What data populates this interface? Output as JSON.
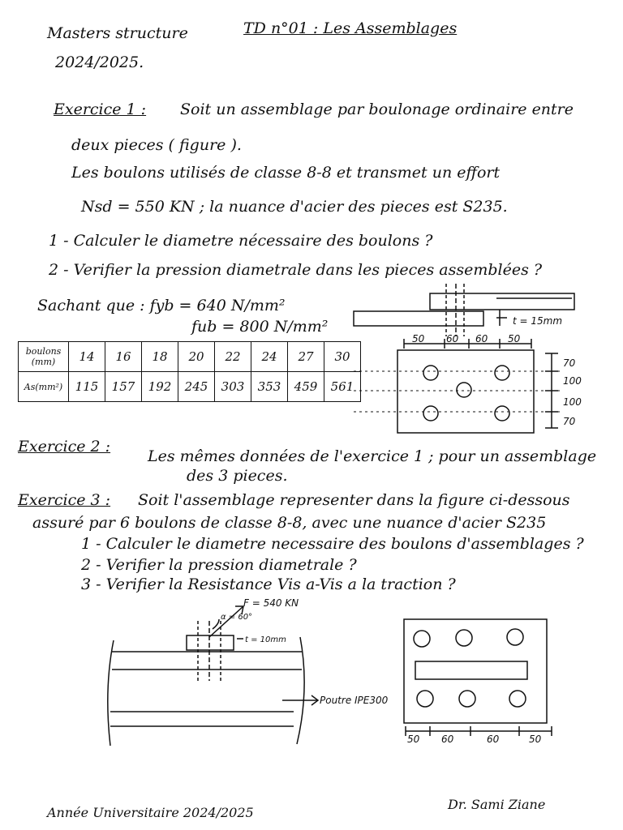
{
  "header": {
    "course": "Masters structure",
    "td_title": "TD n°01 : Les Assemblages",
    "year": "2024/2025."
  },
  "ex1": {
    "title": "Exercice 1 :",
    "l1": "Soit un assemblage par boulonage ordinaire entre",
    "l2": "deux pieces ( figure ).",
    "l3": "Les boulons utilisés de classe 8-8 et transmet un effort",
    "l4": "Nsd = 550 KN ; la nuance d'acier des pieces est S235.",
    "q1": "1 - Calculer le diametre nécessaire des boulons ?",
    "q2": "2 - Verifier la pression diametrale dans les pieces assemblées ?",
    "given": "Sachant que : fyb = 640 N/mm²",
    "given2": "fub = 800 N/mm²",
    "table": {
      "row1_head": "boulons (mm)",
      "row2_head": "As(mm²)",
      "diam": [
        "14",
        "16",
        "18",
        "20",
        "22",
        "24",
        "27",
        "30"
      ],
      "as": [
        "115",
        "157",
        "192",
        "245",
        "303",
        "353",
        "459",
        "561"
      ]
    },
    "fig": {
      "thickness": "t = 15mm",
      "top_dims": [
        "50",
        "60",
        "60",
        "50"
      ],
      "right_dims": [
        "70",
        "100",
        "100",
        "70"
      ]
    }
  },
  "ex2": {
    "title": "Exercice 2 :",
    "l1": "Les mêmes données de l'exercice 1 ; pour un assemblage",
    "l2": "des 3 pieces."
  },
  "ex3": {
    "title": "Exercice 3 :",
    "l1": "Soit l'assemblage representer dans la figure ci-dessous",
    "l2": "assuré par 6 boulons de classe 8-8, avec une nuance d'acier S235",
    "q1": "1 - Calculer le diametre necessaire des boulons d'assemblages ?",
    "q2": "2 - Verifier la pression diametrale ?",
    "q3": "3 - Verifier la Resistance Vis a-Vis a la traction ?",
    "fig": {
      "force": "F = 540 KN",
      "angle": "α = 60°",
      "thickness": "t = 10mm",
      "beam": "Poutre IPE300",
      "bottom_dims": [
        "50",
        "60",
        "60",
        "50"
      ]
    }
  },
  "footer": {
    "year": "Année Universitaire 2024/2025",
    "author": "Dr. Sami Ziane"
  }
}
